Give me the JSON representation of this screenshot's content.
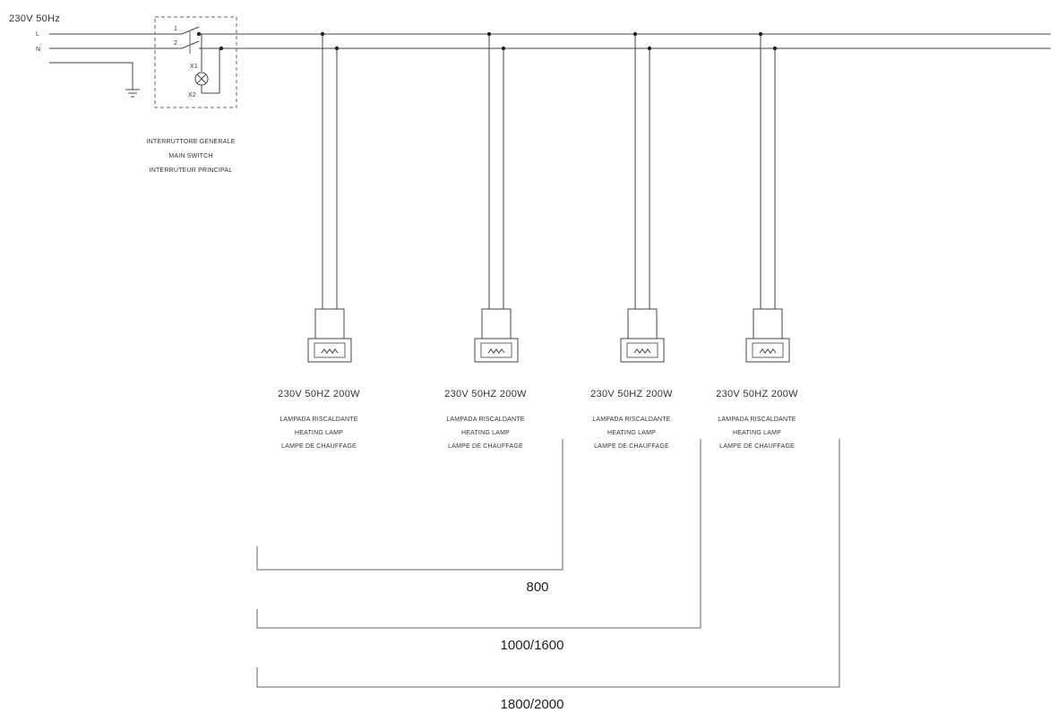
{
  "supply": {
    "voltage": "230V 50Hz",
    "line_label": "L",
    "neutral_label": "N"
  },
  "main_switch": {
    "contact_1": "1",
    "contact_2": "2",
    "lamp_1": "X1",
    "lamp_2": "X2",
    "captions": [
      "INTERRUTTORE GENERALE",
      "MAIN SWITCH",
      "INTERRUTEUR PRINCIPAL"
    ]
  },
  "lamps": [
    {
      "rating": "230V 50HZ 200W",
      "names": [
        "LAMPADA RISCALDANTE",
        "HEATING LAMP",
        "LAMPE DE CHAUFFAGE"
      ]
    },
    {
      "rating": "230V 50HZ 200W",
      "names": [
        "LAMPADA RISCALDANTE",
        "HEATING LAMP",
        "LAMPE DE CHAUFFAGE"
      ]
    },
    {
      "rating": "230V 50HZ 200W",
      "names": [
        "LAMPADA RISCALDANTE",
        "HEATING LAMP",
        "LAMPE DE CHAUFFAGE"
      ]
    },
    {
      "rating": "230V 50HZ 200W",
      "names": [
        "LAMPADA RISCALDANTE",
        "HEATING LAMP",
        "LAMPE DE CHAUFFAGE"
      ]
    }
  ],
  "size_groups": [
    {
      "label": "800",
      "lamp_count": 2
    },
    {
      "label": "1000/1600",
      "lamp_count": 3
    },
    {
      "label": "1800/2000",
      "lamp_count": 4
    }
  ]
}
